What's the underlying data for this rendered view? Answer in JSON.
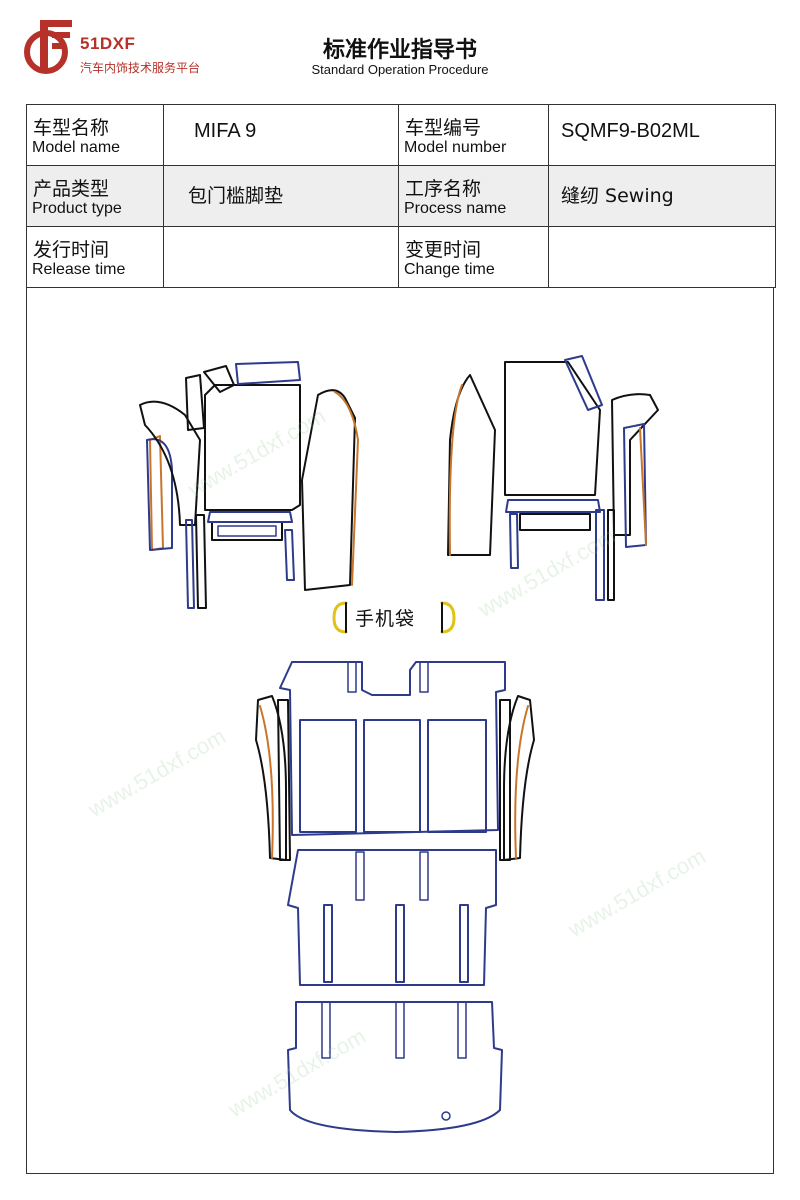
{
  "header": {
    "logo_name": "51DXF",
    "logo_sub": "汽车内饰技术服务平台",
    "title": "标准作业指导书",
    "subtitle": "Standard Operation Procedure"
  },
  "info": {
    "model_name_zh": "车型名称",
    "model_name_en": "Model name",
    "model_name_value": "MIFA 9",
    "model_number_zh": "车型编号",
    "model_number_en": "Model number",
    "model_number_value": "SQMF9-B02ML",
    "product_type_zh": "产品类型",
    "product_type_en": "Product type",
    "product_type_value": "包门槛脚垫",
    "process_name_zh": "工序名称",
    "process_name_en": "Process name",
    "process_name_value": "缝纫 Sewing",
    "release_time_zh": "发行时间",
    "release_time_en": "Release time",
    "release_time_value": "",
    "change_time_zh": "变更时间",
    "change_time_en": "Change time",
    "change_time_value": ""
  },
  "diagram": {
    "phone_bag_label": "手机袋",
    "watermark_text": "www.51dxf.com"
  },
  "colors": {
    "brand": "#b6312a",
    "piece_outline_blue": "#2e3a8c",
    "piece_outline_black": "#111111",
    "edge_orange": "#c8752a",
    "edge_yellow": "#e0c21a"
  }
}
